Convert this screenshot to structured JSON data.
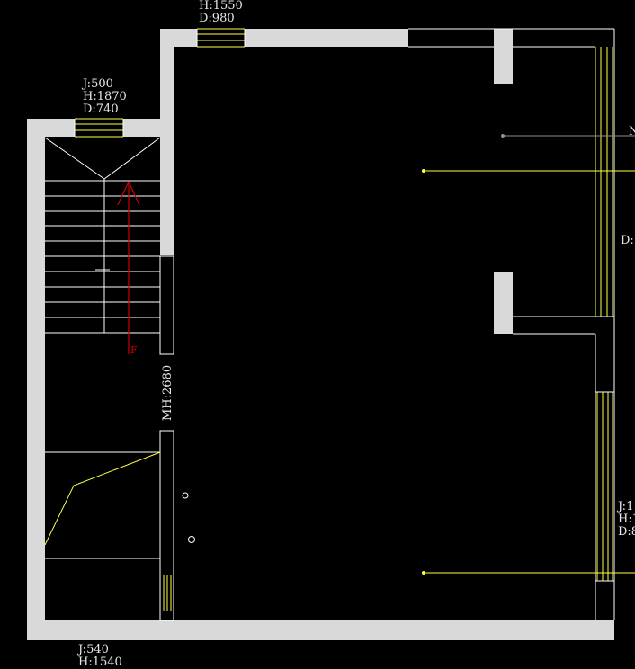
{
  "drawing": {
    "background": "#000000",
    "wall_color": "#d9d9d9",
    "accent_yellow": "#ffff44",
    "arrow_red": "#cc0000"
  },
  "labels": {
    "top_window": [
      "H:1550",
      "D:980"
    ],
    "stair_window": [
      "J:500",
      "H:1870",
      "D:740"
    ],
    "door_height": "MH:2680",
    "bottom_window": [
      "J:540",
      "H:1540"
    ],
    "right_window_upper": [
      "D:"
    ],
    "right_window_lower": [
      "J:1",
      "H:1",
      "D:8"
    ],
    "right_edge_mark": "N",
    "stair_up_mark": "F"
  }
}
